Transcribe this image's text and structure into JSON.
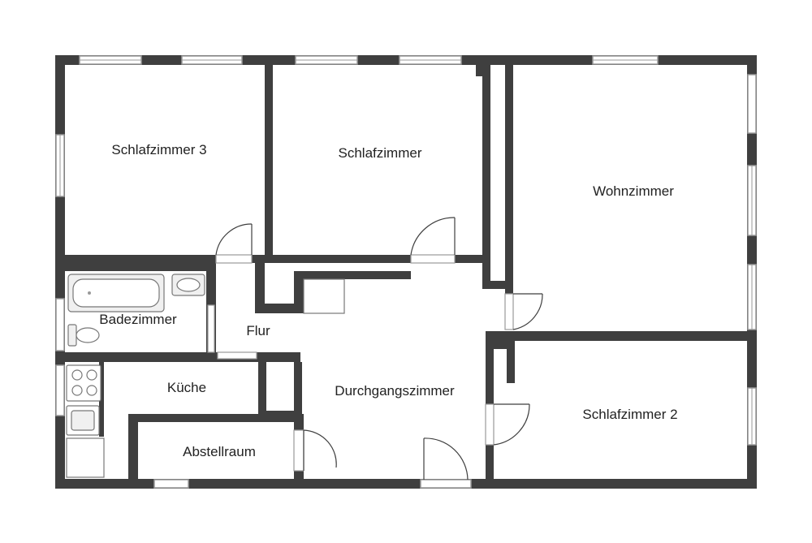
{
  "colors": {
    "wall": "#3f3f3f",
    "window_frame": "#9a9a9a",
    "fixture_fill": "#f0f0f0",
    "text": "#222222",
    "background": "#ffffff"
  },
  "rooms": {
    "schlafzimmer_3": "Schlafzimmer 3",
    "schlafzimmer": "Schlafzimmer",
    "wohnzimmer": "Wohnzimmer",
    "badezimmer": "Badezimmer",
    "flur": "Flur",
    "kueche": "Küche",
    "durchgangszimmer": "Durchgangszimmer",
    "schlafzimmer_2": "Schlafzimmer 2",
    "abstellraum": "Abstellraum"
  }
}
